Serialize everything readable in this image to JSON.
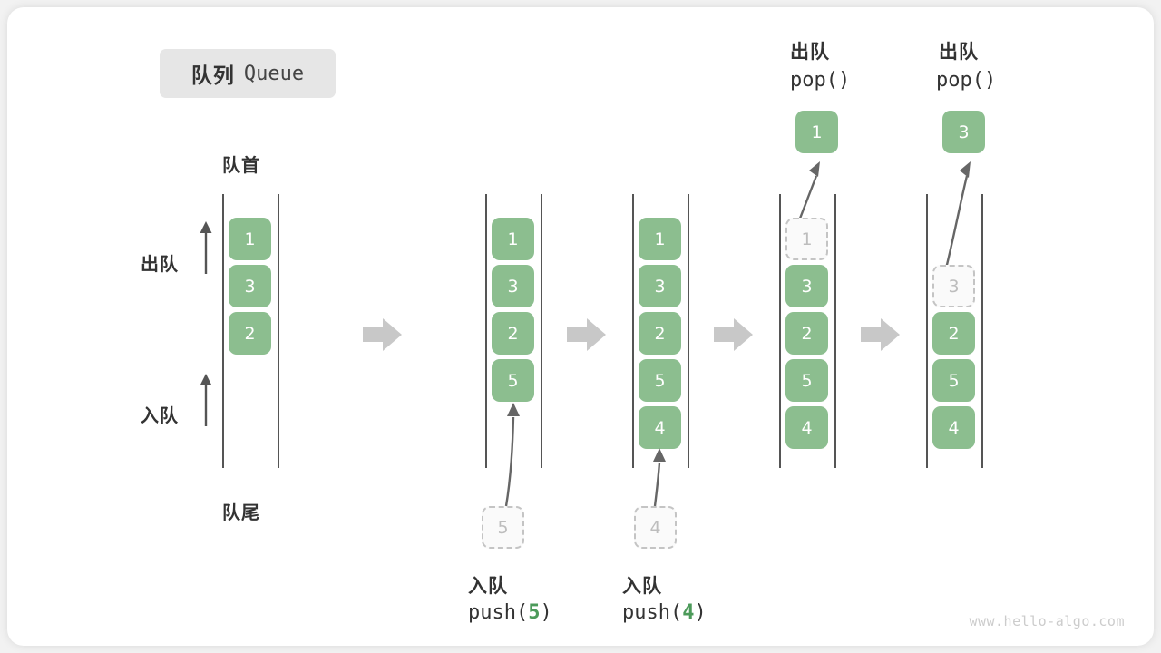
{
  "title": {
    "cn": "队列",
    "en": "Queue"
  },
  "labels": {
    "front": "队首",
    "rear": "队尾",
    "dequeue": "出队",
    "enqueue": "入队",
    "pop_call": "pop()",
    "push5_call_prefix": "push(",
    "push5_arg": "5",
    "push4_arg": "4",
    "call_suffix": ")"
  },
  "colors": {
    "cell_fill": "#8cbe8f",
    "cell_text": "#ffffff",
    "ghost_border": "#c4c4c4",
    "ghost_text": "#bdbdbd",
    "accent_green": "#4c9a5a",
    "rail": "#555555",
    "arrow_gray": "#c8c8c8",
    "pill_bg": "#e6e6e6"
  },
  "stages": [
    {
      "name": "initial",
      "cells": [
        {
          "value": "1",
          "state": "filled"
        },
        {
          "value": "3",
          "state": "filled"
        },
        {
          "value": "2",
          "state": "filled"
        }
      ]
    },
    {
      "name": "after-push-5",
      "cells": [
        {
          "value": "1",
          "state": "filled"
        },
        {
          "value": "3",
          "state": "filled"
        },
        {
          "value": "2",
          "state": "filled"
        },
        {
          "value": "5",
          "state": "filled"
        }
      ],
      "incoming": {
        "value": "5",
        "state": "ghost"
      },
      "caption_cn": "入队",
      "caption_code": "push(5)"
    },
    {
      "name": "after-push-4",
      "cells": [
        {
          "value": "1",
          "state": "filled"
        },
        {
          "value": "3",
          "state": "filled"
        },
        {
          "value": "2",
          "state": "filled"
        },
        {
          "value": "5",
          "state": "filled"
        },
        {
          "value": "4",
          "state": "filled"
        }
      ],
      "incoming": {
        "value": "4",
        "state": "ghost"
      },
      "caption_cn": "入队",
      "caption_code": "push(4)"
    },
    {
      "name": "after-pop-1",
      "cells": [
        {
          "value": "1",
          "state": "ghost"
        },
        {
          "value": "3",
          "state": "filled"
        },
        {
          "value": "2",
          "state": "filled"
        },
        {
          "value": "5",
          "state": "filled"
        },
        {
          "value": "4",
          "state": "filled"
        }
      ],
      "outgoing": {
        "value": "1",
        "state": "filled"
      },
      "caption_cn": "出队",
      "caption_code": "pop()"
    },
    {
      "name": "after-pop-3",
      "cells": [
        {
          "value": "3",
          "state": "ghost"
        },
        {
          "value": "2",
          "state": "filled"
        },
        {
          "value": "5",
          "state": "filled"
        },
        {
          "value": "4",
          "state": "filled"
        }
      ],
      "outgoing": {
        "value": "3",
        "state": "filled"
      },
      "caption_cn": "出队",
      "caption_code": "pop()"
    }
  ],
  "watermark": "www.hello-algo.com"
}
